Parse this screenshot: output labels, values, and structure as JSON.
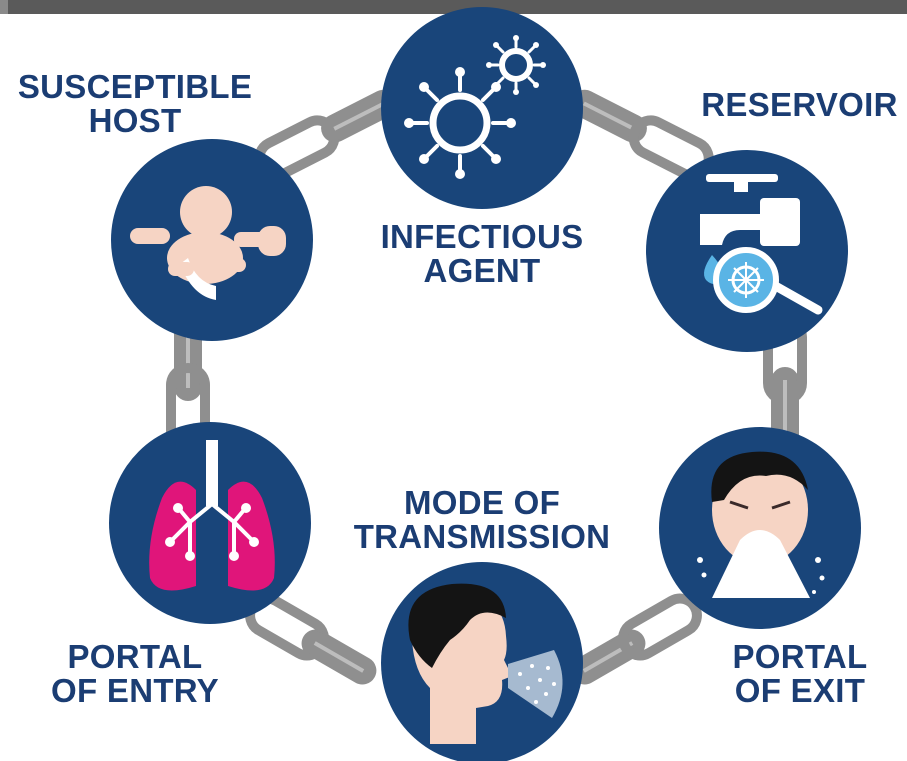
{
  "diagram": {
    "nodes": [
      {
        "id": "infectious-agent",
        "label_lines": [
          "INFECTIOUS",
          "AGENT"
        ]
      },
      {
        "id": "reservoir",
        "label_lines": [
          "RESERVOIR"
        ]
      },
      {
        "id": "portal-of-exit",
        "label_lines": [
          "PORTAL",
          "OF EXIT"
        ]
      },
      {
        "id": "mode-of-transmission",
        "label_lines": [
          "MODE OF",
          "TRANSMISSION"
        ]
      },
      {
        "id": "portal-of-entry",
        "label_lines": [
          "PORTAL",
          "OF ENTRY"
        ]
      },
      {
        "id": "susceptible-host",
        "label_lines": [
          "SUSCEPTIBLE",
          "HOST"
        ]
      }
    ],
    "icons": [
      "virus-icon",
      "faucet-magnifier-icon",
      "sneezing-person-icon",
      "coughing-person-icon",
      "lungs-icon",
      "baby-icon"
    ],
    "colors": {
      "circle_fill": "#19457a",
      "label_text": "#1b3d73",
      "chain": "#8f8f8f",
      "lungs": "#e0157a",
      "skin": "#f6d4c4"
    }
  }
}
